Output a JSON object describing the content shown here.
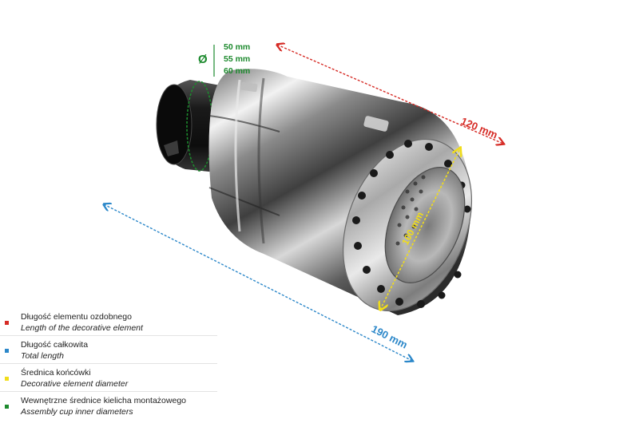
{
  "dimensions": {
    "length_decorative": "120 mm",
    "total_length": "190 mm",
    "tip_diameter": "100 mm",
    "diameter_symbol": "Ø",
    "cup_diameters": [
      "50 mm",
      "55 mm",
      "60 mm"
    ]
  },
  "legend": [
    {
      "label_pl": "Długość elementu ozdobnego",
      "label_en": "Length of the decorative element",
      "color": "#d62b25"
    },
    {
      "label_pl": "Długość całkowita",
      "label_en": "Total length",
      "color": "#2b87c9"
    },
    {
      "label_pl": "Średnica końcówki",
      "label_en": "Decorative element diameter",
      "color": "#f1dd1a"
    },
    {
      "label_pl": "Wewnętrzne średnice kielicha montażowego",
      "label_en": "Assembly cup inner diameters",
      "color": "#1d8a2e"
    }
  ],
  "colors": {
    "red": "#d62b25",
    "blue": "#2b87c9",
    "yellow": "#f1dd1a",
    "green": "#1d8a2e"
  },
  "product_icon": "exhaust-tip-icon"
}
